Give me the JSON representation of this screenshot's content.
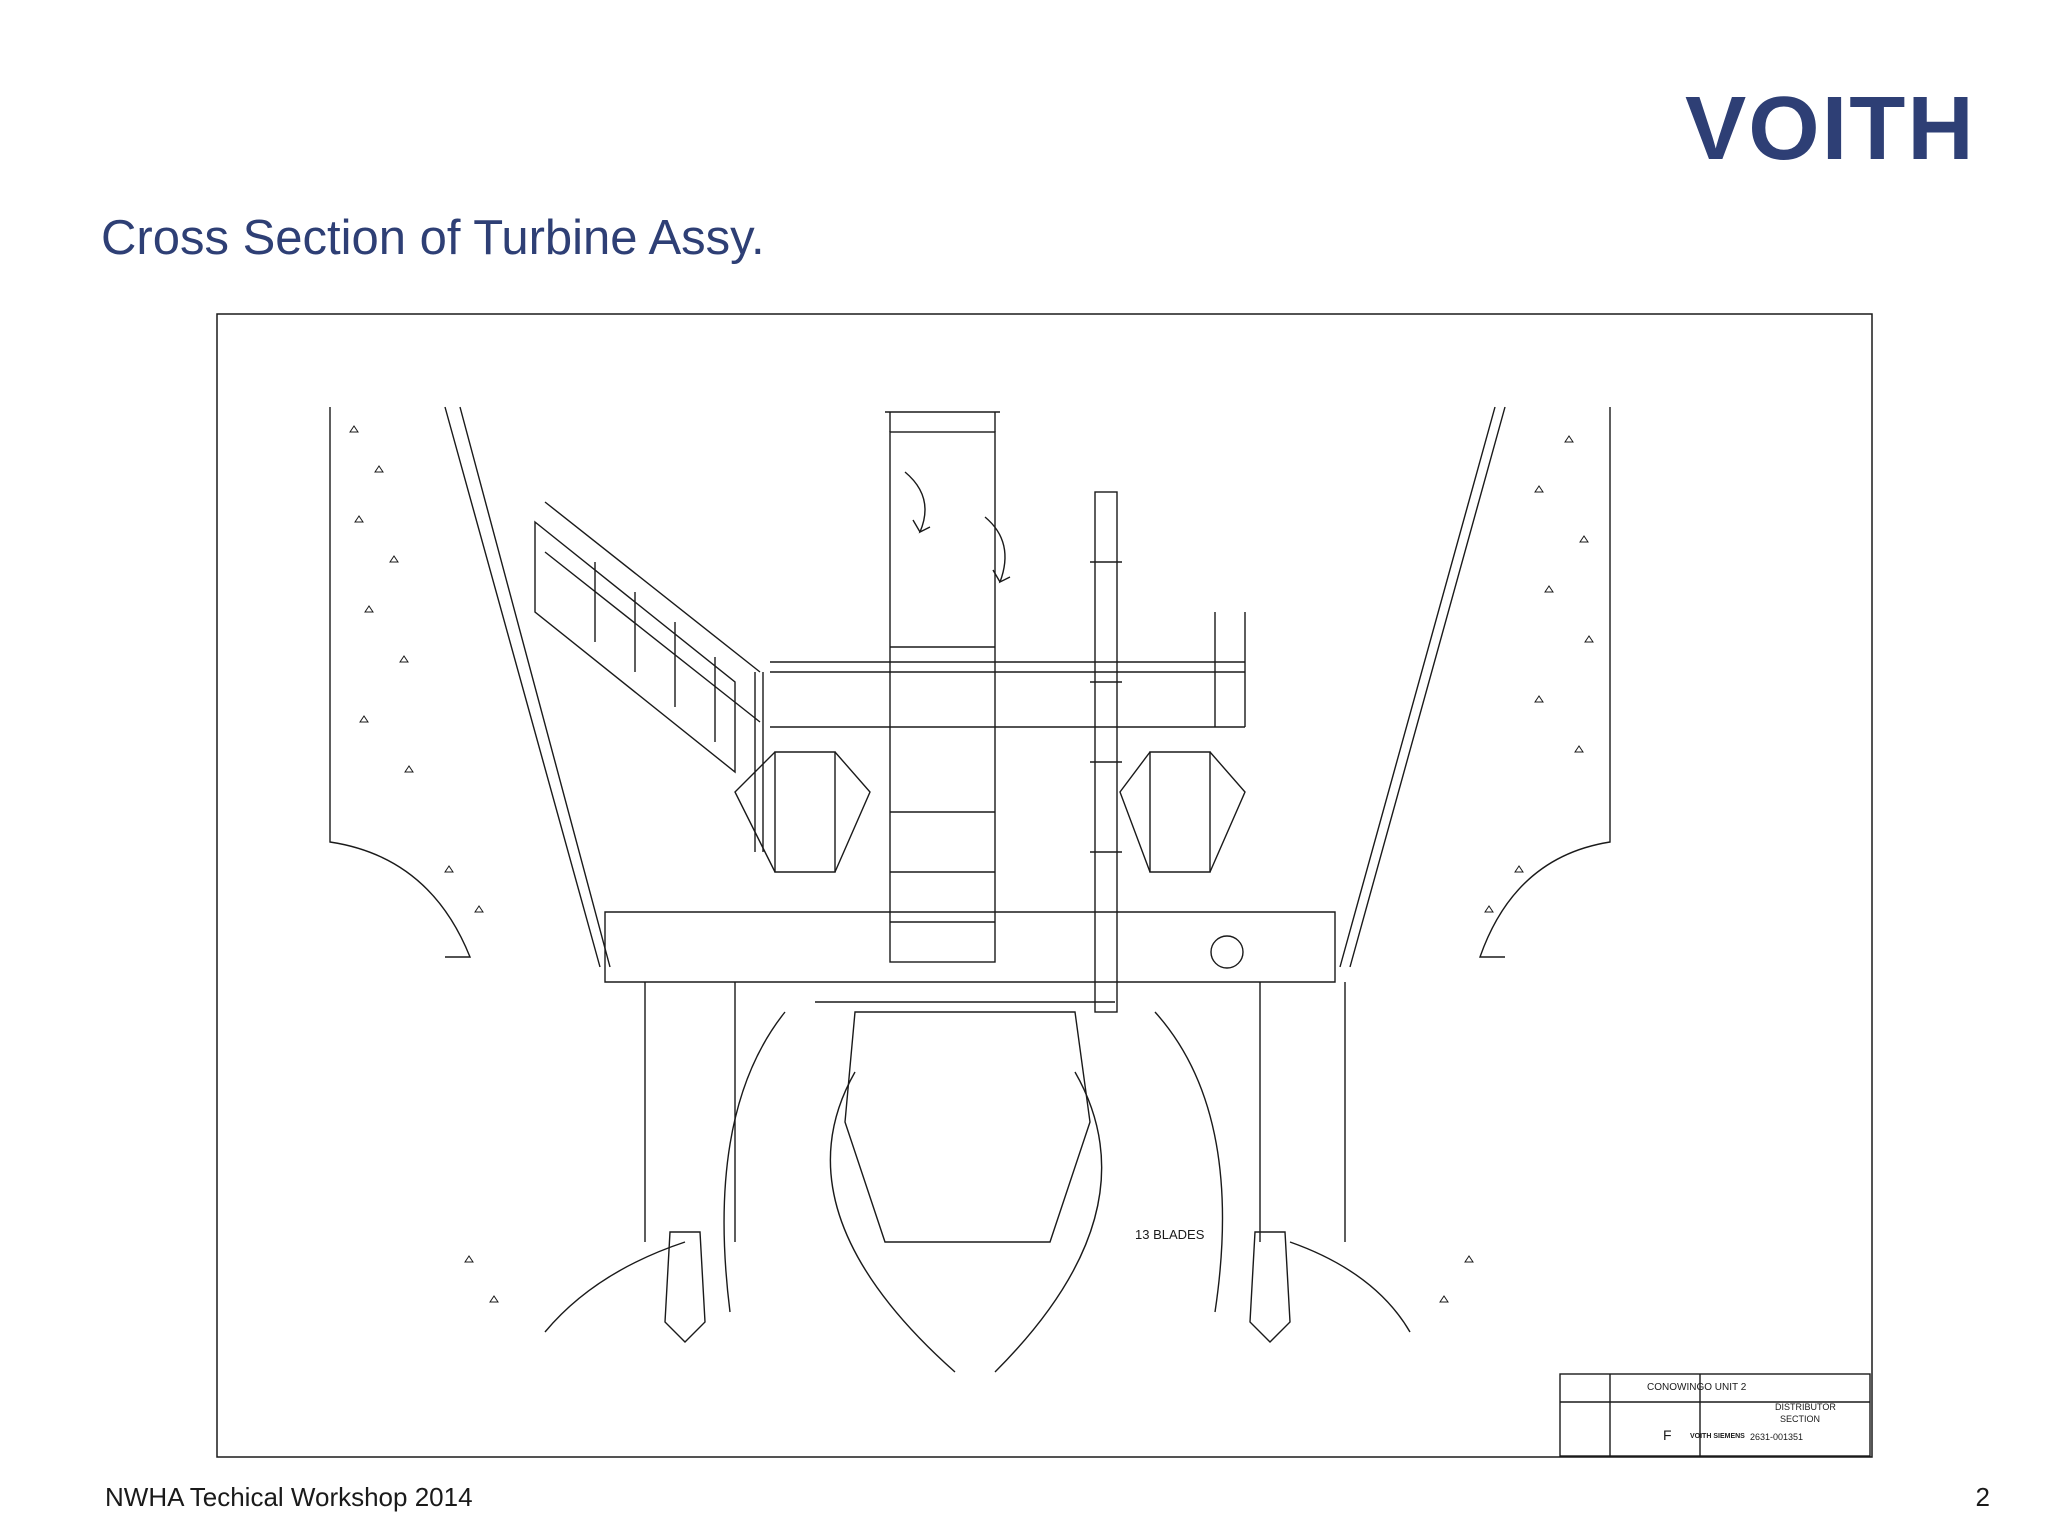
{
  "header": {
    "logo_text": "VOITH",
    "title": "Cross Section of Turbine Assy."
  },
  "drawing": {
    "blades_label": "13 BLADES",
    "title_block": {
      "project": "CONOWINGO UNIT 2",
      "sheet_title_line1": "DISTRIBUTOR",
      "sheet_title_line2": "SECTION",
      "company": "VOITH SIEMENS",
      "revision": "F",
      "drawing_number": "2631-001351"
    }
  },
  "footer": {
    "event": "NWHA Techical Workshop 2014",
    "page_number": "2"
  },
  "colors": {
    "brand": "#2e3f75",
    "drawing_line": "#1a1a1a"
  }
}
